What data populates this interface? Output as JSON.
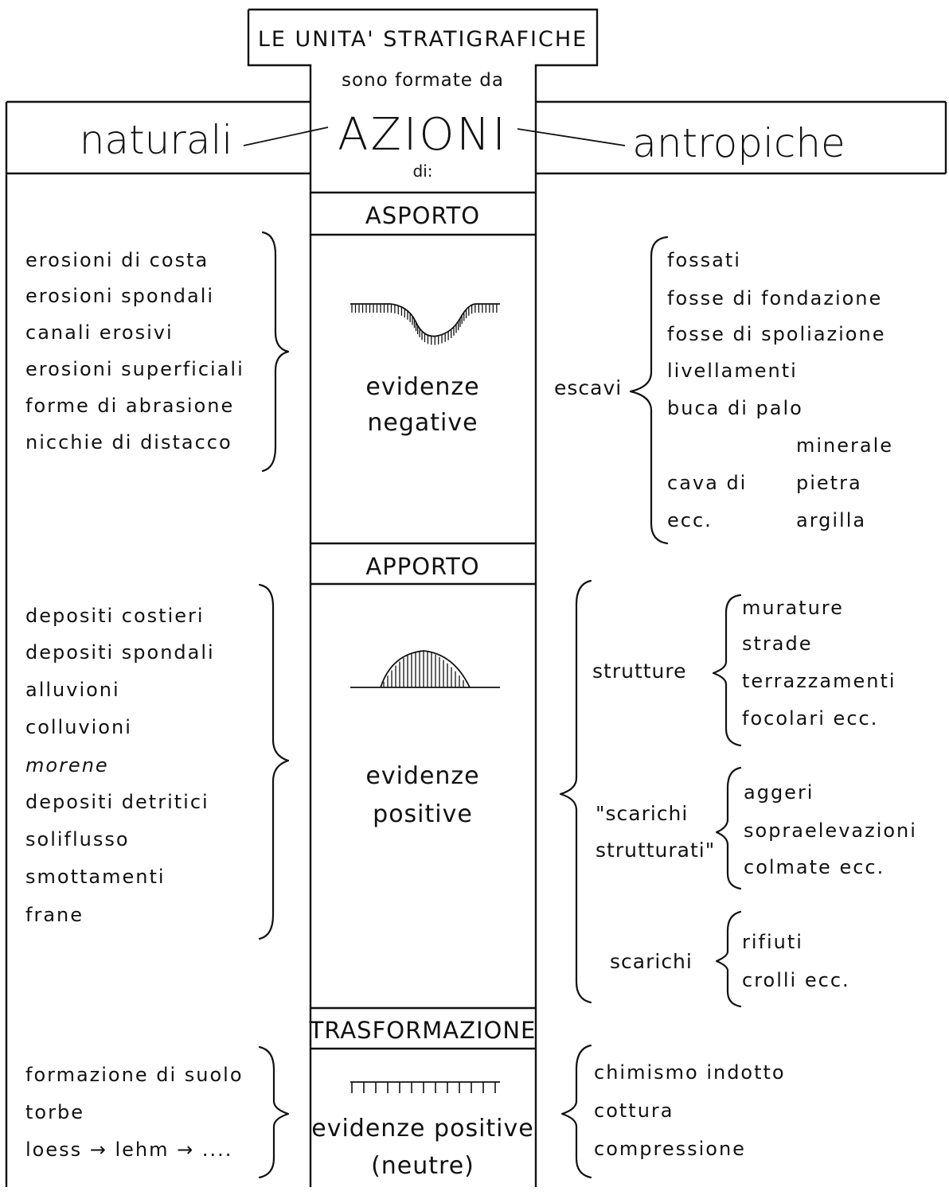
{
  "header": {
    "title": "LE UNITA' STRATIGRAFICHE",
    "subtitle": "sono formate da",
    "center_word": "AZIONI",
    "of": "di:",
    "left_word": "naturali",
    "right_word": "antropiche"
  },
  "bands": {
    "asporto": "ASPORTO",
    "apporto": "APPORTO",
    "trasformazione": "TRASFORMAZIONE"
  },
  "asporto": {
    "natural_items": [
      "erosioni di costa",
      "erosioni spondali",
      "canali erosivi",
      "erosioni superficiali",
      "forme di abrasione",
      "nicchie di distacco"
    ],
    "center_line1": "evidenze",
    "center_line2": "negative",
    "escavi_label": "escavi",
    "escavi_items": [
      "fossati",
      "fosse di fondazione",
      "fosse di spoliazione",
      "livellamenti",
      "buca di palo"
    ],
    "cava_label": "cava di",
    "cava_ecc": "ecc.",
    "cava_items": [
      "minerale",
      "pietra",
      "argilla"
    ]
  },
  "apporto": {
    "natural_items": [
      "depositi costieri",
      "depositi spondali",
      "alluvioni",
      "colluvioni",
      "morene",
      "depositi detritici",
      "soliflusso",
      "smottamenti",
      "frane"
    ],
    "center_line1": "evidenze",
    "center_line2": "positive",
    "strutture_label": "strutture",
    "strutture_items": [
      "murature",
      "strade",
      "terrazzamenti",
      "focolari ecc."
    ],
    "scarichi_strutturati_line1": "\"scarichi",
    "scarichi_strutturati_line2": "strutturati\"",
    "scarichi_strutturati_items": [
      "aggeri",
      "sopraelevazioni",
      "colmate ecc."
    ],
    "scarichi_label": "scarichi",
    "scarichi_items": [
      "rifiuti",
      "crolli ecc."
    ]
  },
  "trasformazione": {
    "natural_items": [
      "formazione di suolo",
      "torbe",
      "loess → lehm → ...."
    ],
    "center_line1": "evidenze positive",
    "center_line2": "(neutre)",
    "anthropic_items": [
      "chimismo indotto",
      "cottura",
      "compressione"
    ]
  }
}
